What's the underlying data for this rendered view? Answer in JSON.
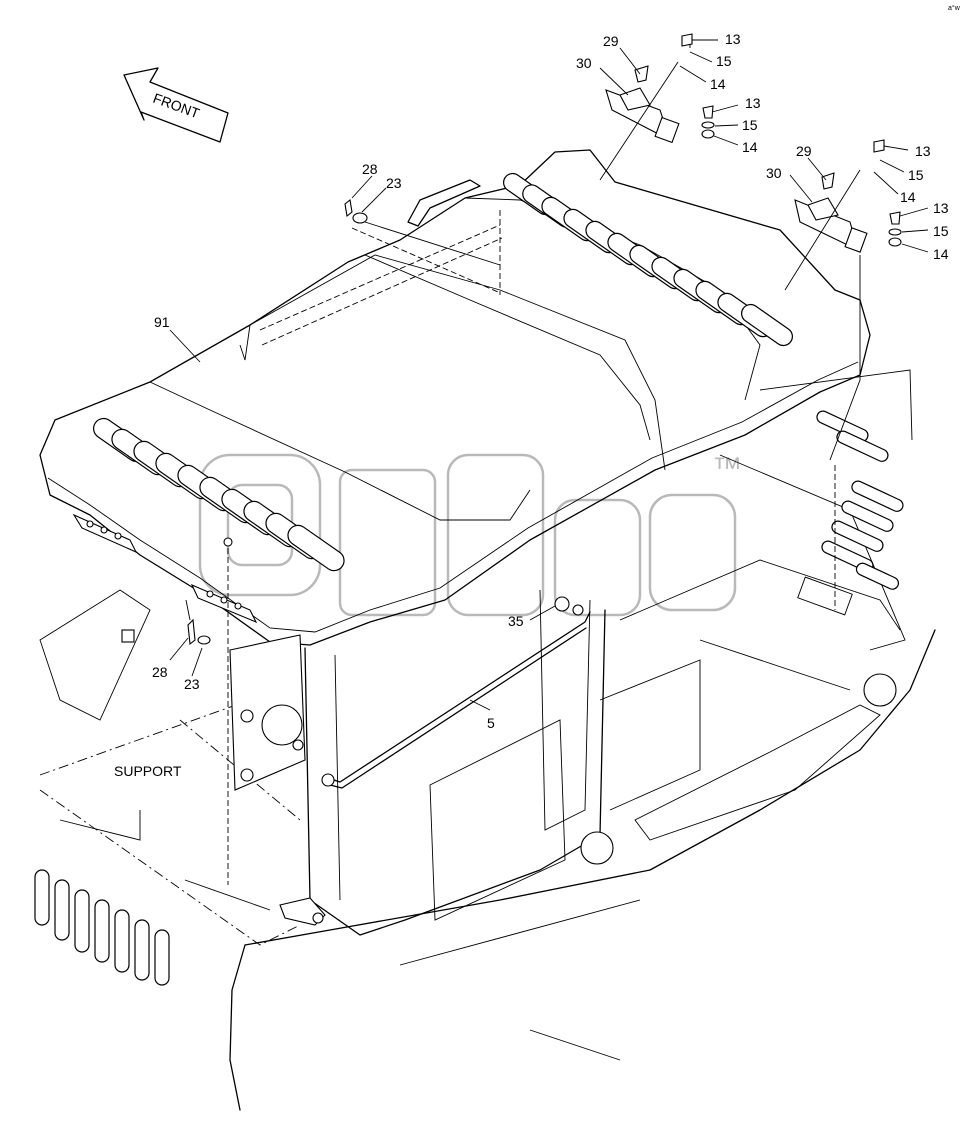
{
  "diagram": {
    "direction_arrow": "FRONT",
    "support_label": "SUPPORT",
    "watermark": "™",
    "corner_mark": "a°w",
    "callouts": {
      "p13a": "13",
      "p15a": "15",
      "p14a": "14",
      "p29a": "29",
      "p30a": "30",
      "p13b": "13",
      "p15b": "15",
      "p14b": "14",
      "p13c": "13",
      "p15c": "15",
      "p14c": "14",
      "p29b": "29",
      "p30b": "30",
      "p13d": "13",
      "p15d": "15",
      "p14d": "14",
      "p28a": "28",
      "p23a": "23",
      "p91": "91",
      "p28b": "28",
      "p23b": "23",
      "p35": "35",
      "p5": "5"
    }
  }
}
